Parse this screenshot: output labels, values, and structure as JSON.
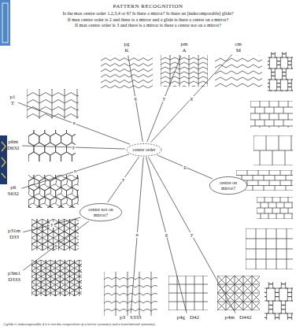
{
  "diagram": {
    "title": "PATTERN RECOGNITION",
    "caption": "A glide is indecomposable if it is not the composition of a mirror symmetry and a translational symmetry.",
    "nodes": [
      {
        "text": [
          "centre order"
        ]
      },
      {
        "text": [
          "p1",
          "T"
        ]
      },
      {
        "text": [
          "pg",
          "K"
        ]
      },
      {
        "text": [
          "pm",
          "A"
        ]
      },
      {
        "text": [
          "cm",
          "M"
        ]
      },
      {
        "text": [
          "p6m",
          "D632"
        ]
      },
      {
        "text": [
          "p6",
          "S632"
        ]
      },
      {
        "text": [
          "centre not on mirror?"
        ]
      },
      {
        "text": [
          "p31m",
          "D33"
        ]
      },
      {
        "text": [
          "p3m1",
          "D333"
        ]
      },
      {
        "text": [
          "p3",
          "S333"
        ]
      },
      {
        "text": [
          "p4g",
          "D42"
        ]
      },
      {
        "text": [
          "p4m",
          "D442"
        ]
      },
      {
        "text": [
          "centre on mirror?"
        ]
      }
    ],
    "edges": [
      {
        "from": 0,
        "to": 1,
        "arrow": "none",
        "label": "n"
      },
      {
        "from": 0,
        "to": 2,
        "arrow": "none",
        "label": "g"
      },
      {
        "from": 0,
        "to": 3,
        "arrow": "none",
        "label": "y"
      },
      {
        "from": 0,
        "to": 4,
        "arrow": "none",
        "label": "g"
      },
      {
        "from": 0,
        "to": 5,
        "arrow": "none",
        "label": "y"
      },
      {
        "from": 0,
        "to": 6,
        "arrow": "none",
        "label": "n"
      },
      {
        "from": 0,
        "to": 7,
        "arrow": "none",
        "label": "y"
      },
      {
        "from": 7,
        "to": 8,
        "arrow": "none",
        "label": "y"
      },
      {
        "from": 7,
        "to": 9,
        "arrow": "none",
        "label": "n"
      },
      {
        "from": 0,
        "to": 10,
        "arrow": "none",
        "label": "n"
      },
      {
        "from": 0,
        "to": 11,
        "arrow": "none",
        "label": "g"
      },
      {
        "from": 0,
        "to": 12,
        "arrow": "none",
        "label": "y"
      },
      {
        "from": 0,
        "to": 13,
        "arrow": "none",
        "label": "g"
      }
    ],
    "labels": [
      "Is the max centre order 1,2,3,4 or 6? Is there a mirror? Is there an (indecomposable) glide?",
      "If max centre order is 2 and there is a mirror and a glide is there a centre on a mirror?",
      "If max centre order is 3 and there is a mirror is there a centre not on a mirror?"
    ]
  }
}
